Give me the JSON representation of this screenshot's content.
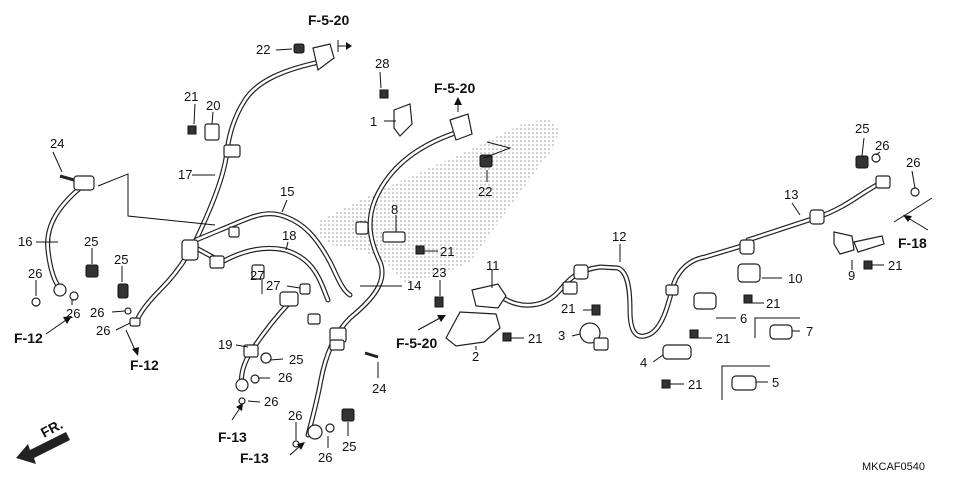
{
  "diagram_code": "MKCAF0540",
  "front_marker": "FR.",
  "callouts": [
    {
      "text": "24"
    },
    {
      "text": "16"
    },
    {
      "text": "26"
    },
    {
      "text": "26"
    },
    {
      "text": "25"
    },
    {
      "text": "25"
    },
    {
      "text": "26"
    },
    {
      "text": "26"
    },
    {
      "text": "21"
    },
    {
      "text": "20"
    },
    {
      "text": "17"
    },
    {
      "text": "22"
    },
    {
      "text": "15"
    },
    {
      "text": "18"
    },
    {
      "text": "27"
    },
    {
      "text": "27"
    },
    {
      "text": "19"
    },
    {
      "text": "25"
    },
    {
      "text": "26"
    },
    {
      "text": "26"
    },
    {
      "text": "26"
    },
    {
      "text": "26"
    },
    {
      "text": "25"
    },
    {
      "text": "24"
    },
    {
      "text": "14"
    },
    {
      "text": "28"
    },
    {
      "text": "1"
    },
    {
      "text": "22"
    },
    {
      "text": "8"
    },
    {
      "text": "21"
    },
    {
      "text": "23"
    },
    {
      "text": "11"
    },
    {
      "text": "2"
    },
    {
      "text": "21"
    },
    {
      "text": "12"
    },
    {
      "text": "3"
    },
    {
      "text": "21"
    },
    {
      "text": "10"
    },
    {
      "text": "6"
    },
    {
      "text": "21"
    },
    {
      "text": "21"
    },
    {
      "text": "4"
    },
    {
      "text": "21"
    },
    {
      "text": "5"
    },
    {
      "text": "7"
    },
    {
      "text": "9"
    },
    {
      "text": "21"
    },
    {
      "text": "13"
    },
    {
      "text": "25"
    },
    {
      "text": "26"
    },
    {
      "text": "26"
    }
  ],
  "references": [
    {
      "text": "F-5-20"
    },
    {
      "text": "F-5-20"
    },
    {
      "text": "F-5-20"
    },
    {
      "text": "F-12"
    },
    {
      "text": "F-12"
    },
    {
      "text": "F-13"
    },
    {
      "text": "F-13"
    },
    {
      "text": "F-18"
    }
  ]
}
